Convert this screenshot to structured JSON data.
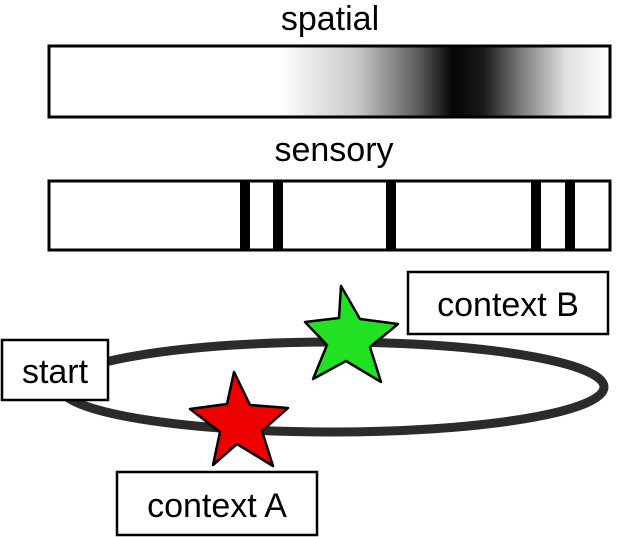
{
  "spatial": {
    "title": "spatial"
  },
  "sensory": {
    "title": "sensory"
  },
  "track": {
    "start_label": "start",
    "context_a": {
      "label": "context A",
      "star_color": "#ee0000"
    },
    "context_b": {
      "label": "context B",
      "star_color": "#22e022"
    }
  },
  "colors": {
    "stroke": "#000000",
    "track": "#2b2b2b",
    "background": "#ffffff"
  }
}
